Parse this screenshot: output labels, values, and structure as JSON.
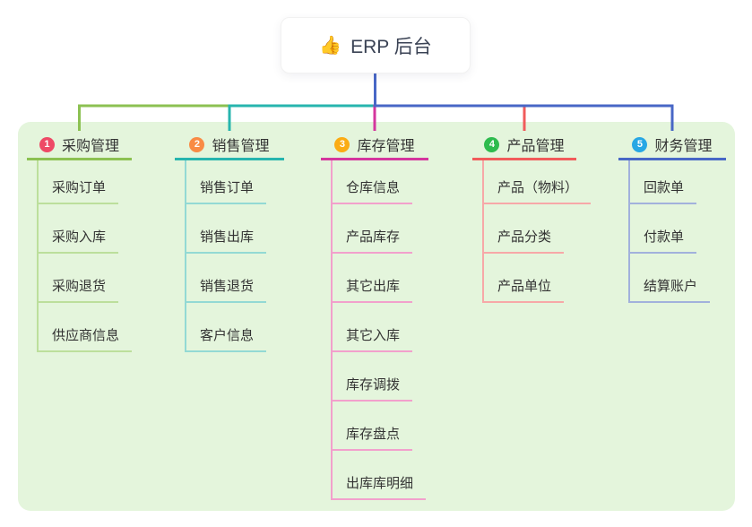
{
  "root": {
    "icon": "👍",
    "label": "ERP 后台"
  },
  "colors": {
    "page_bg": "#FFFFFF",
    "canvas_bg": "#E4F5DC",
    "root_text": "#3A4254",
    "topic_text": "#333333"
  },
  "branches": [
    {
      "number": "1",
      "label": "采购管理",
      "badge_color": "#EE4A66",
      "line_color": "#8CC152",
      "child_line_color": "#BCDF9C",
      "children": [
        "采购订单",
        "采购入库",
        "采购退货",
        "供应商信息"
      ]
    },
    {
      "number": "2",
      "label": "销售管理",
      "badge_color": "#F98B45",
      "line_color": "#27B5AE",
      "child_line_color": "#93D9D4",
      "children": [
        "销售订单",
        "销售出库",
        "销售退货",
        "客户信息"
      ]
    },
    {
      "number": "3",
      "label": "库存管理",
      "badge_color": "#FBAC14",
      "line_color": "#D4369E",
      "child_line_color": "#F2A0CC",
      "children": [
        "仓库信息",
        "产品库存",
        "其它出库",
        "其它入库",
        "库存调拨",
        "库存盘点",
        "出库库明细"
      ]
    },
    {
      "number": "4",
      "label": "产品管理",
      "badge_color": "#2EBB4E",
      "line_color": "#F15B5B",
      "child_line_color": "#F7A8A8",
      "children": [
        "产品（物料）",
        "产品分类",
        "产品单位"
      ]
    },
    {
      "number": "5",
      "label": "财务管理",
      "badge_color": "#27A7E4",
      "line_color": "#4867C6",
      "child_line_color": "#A2B1DC",
      "children": [
        "回款单",
        "付款单",
        "结算账户"
      ]
    }
  ]
}
